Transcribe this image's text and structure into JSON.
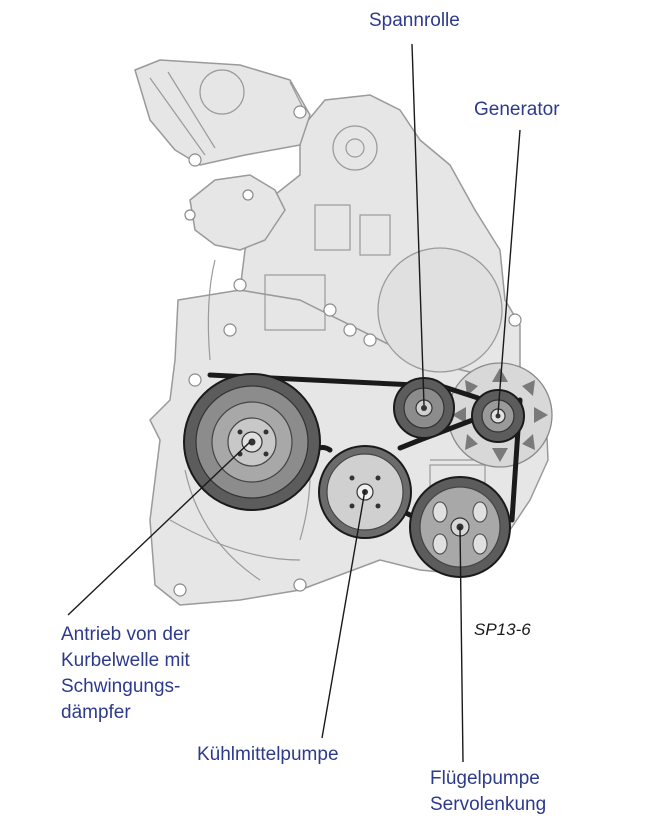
{
  "labels": {
    "spannrolle": "Spannrolle",
    "generator": "Generator",
    "kurbelwelle": [
      "Antrieb von der",
      "Kurbelwelle mit",
      "Schwingungs-",
      "dämpfer"
    ],
    "kuehlmittelpumpe": "Kühlmittelpumpe",
    "fluegelpumpe": [
      "Flügelpumpe",
      "Servolenkung"
    ]
  },
  "figure_code": "SP13-6",
  "colors": {
    "label_text": "#2e3a8c",
    "engine_fill": "#e6e6e6",
    "engine_line": "#9a9a9a",
    "pulley_dark": "#6b6b6b",
    "pulley_mid": "#a8a8a8",
    "belt": "#1a1a1a"
  }
}
